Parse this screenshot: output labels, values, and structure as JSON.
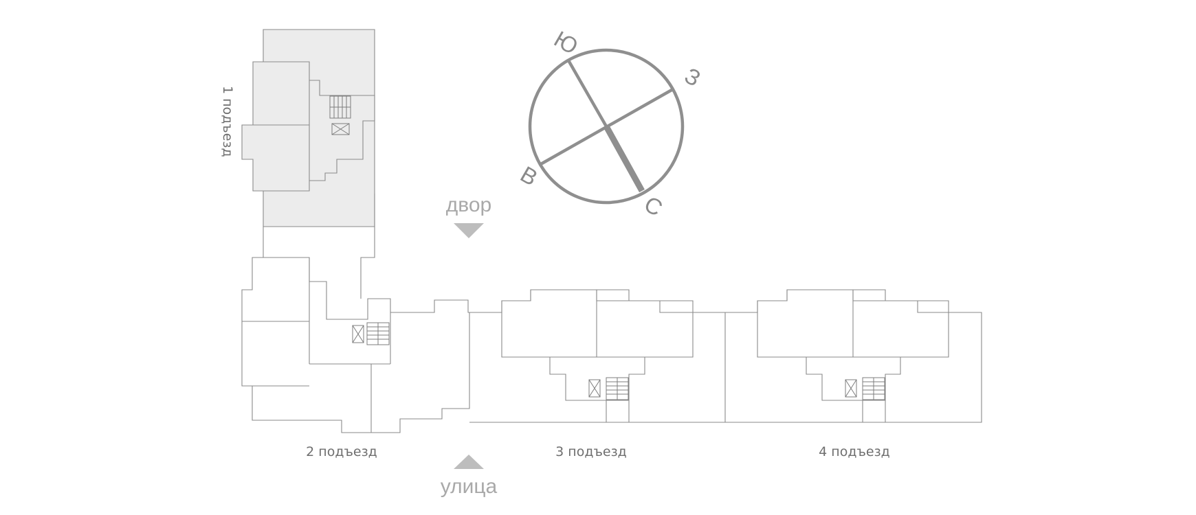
{
  "entrances": [
    {
      "id": "1",
      "label": "1 подъезд",
      "highlighted": true
    },
    {
      "id": "2",
      "label": "2 подъезд",
      "highlighted": false
    },
    {
      "id": "3",
      "label": "3 подъезд",
      "highlighted": false
    },
    {
      "id": "4",
      "label": "4 подъезд",
      "highlighted": false
    }
  ],
  "directions": {
    "yard": "двор",
    "street": "улица"
  },
  "compass": {
    "north": "С",
    "south": "Ю",
    "east": "В",
    "west": "З"
  },
  "colors": {
    "highlight_fill": "#ececec",
    "outline": "#8a8a8a",
    "arrow": "#bdbdbd"
  }
}
